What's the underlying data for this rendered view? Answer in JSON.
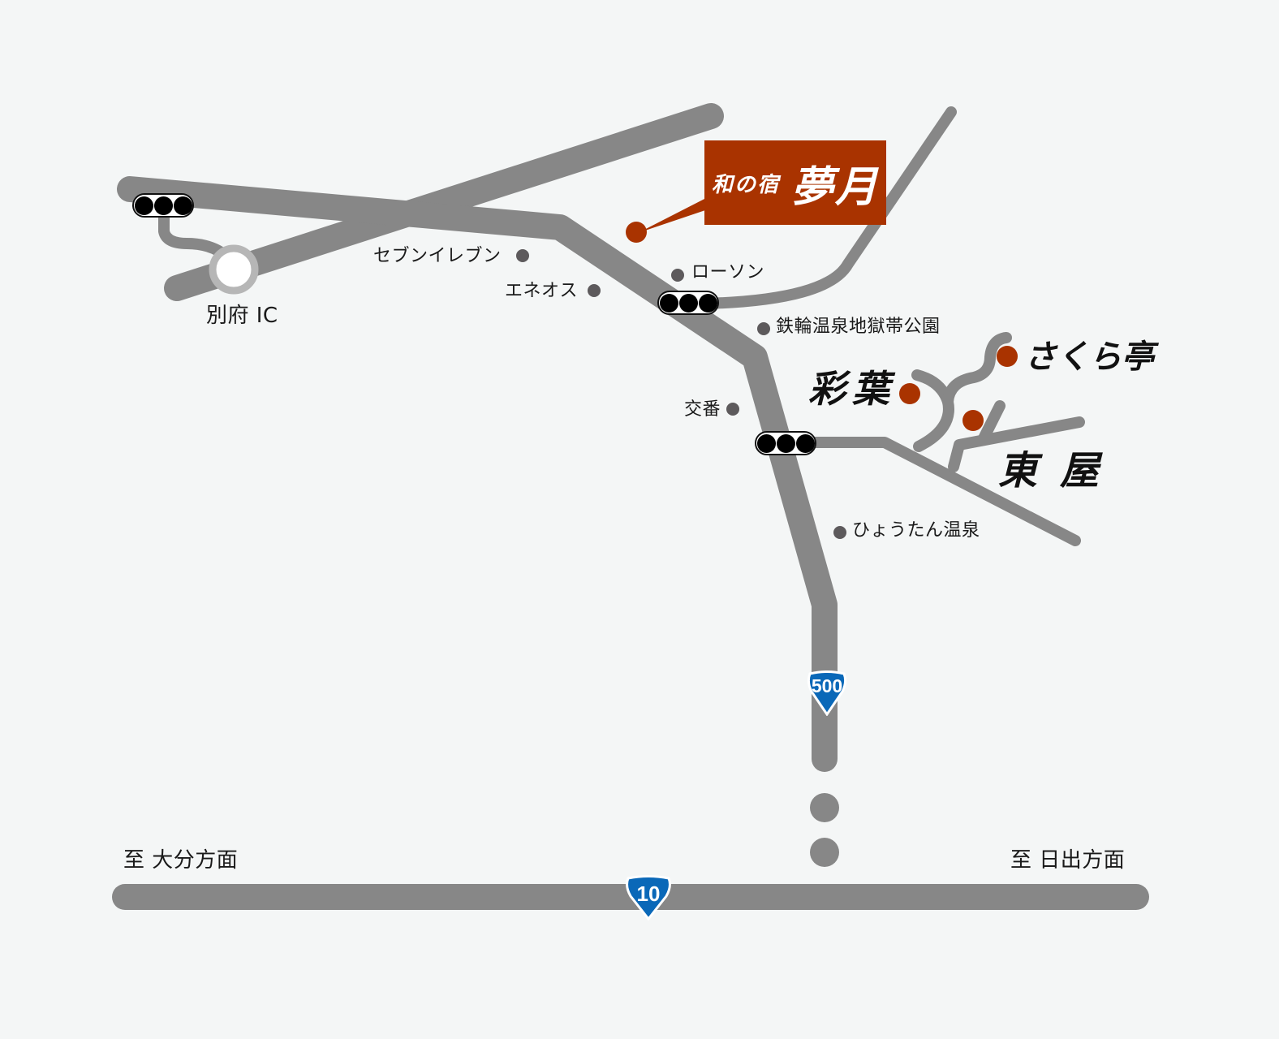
{
  "map": {
    "background": "#f4f6f6",
    "road_color": "#878787",
    "accent_color": "#a93300",
    "shield_color": "#0a68b8"
  },
  "destination": {
    "label_small": "和の宿",
    "label_large": "夢月"
  },
  "landmarks": {
    "beppu_ic": "別府 IC",
    "seven_eleven": "セブンイレブン",
    "eneos": "エネオス",
    "lawson": "ローソン",
    "kannawa_park": "鉄輪温泉地獄帯公園",
    "koban": "交番",
    "hyotan_onsen": "ひょうたん温泉"
  },
  "nearby_inns": {
    "irodori": "彩葉",
    "sakuratei": "さくら亭",
    "azumaya": "東屋"
  },
  "routes": {
    "route_500": "500",
    "route_10": "10"
  },
  "directions": {
    "to_oita": "至 大分方面",
    "to_hiji": "至 日出方面"
  }
}
